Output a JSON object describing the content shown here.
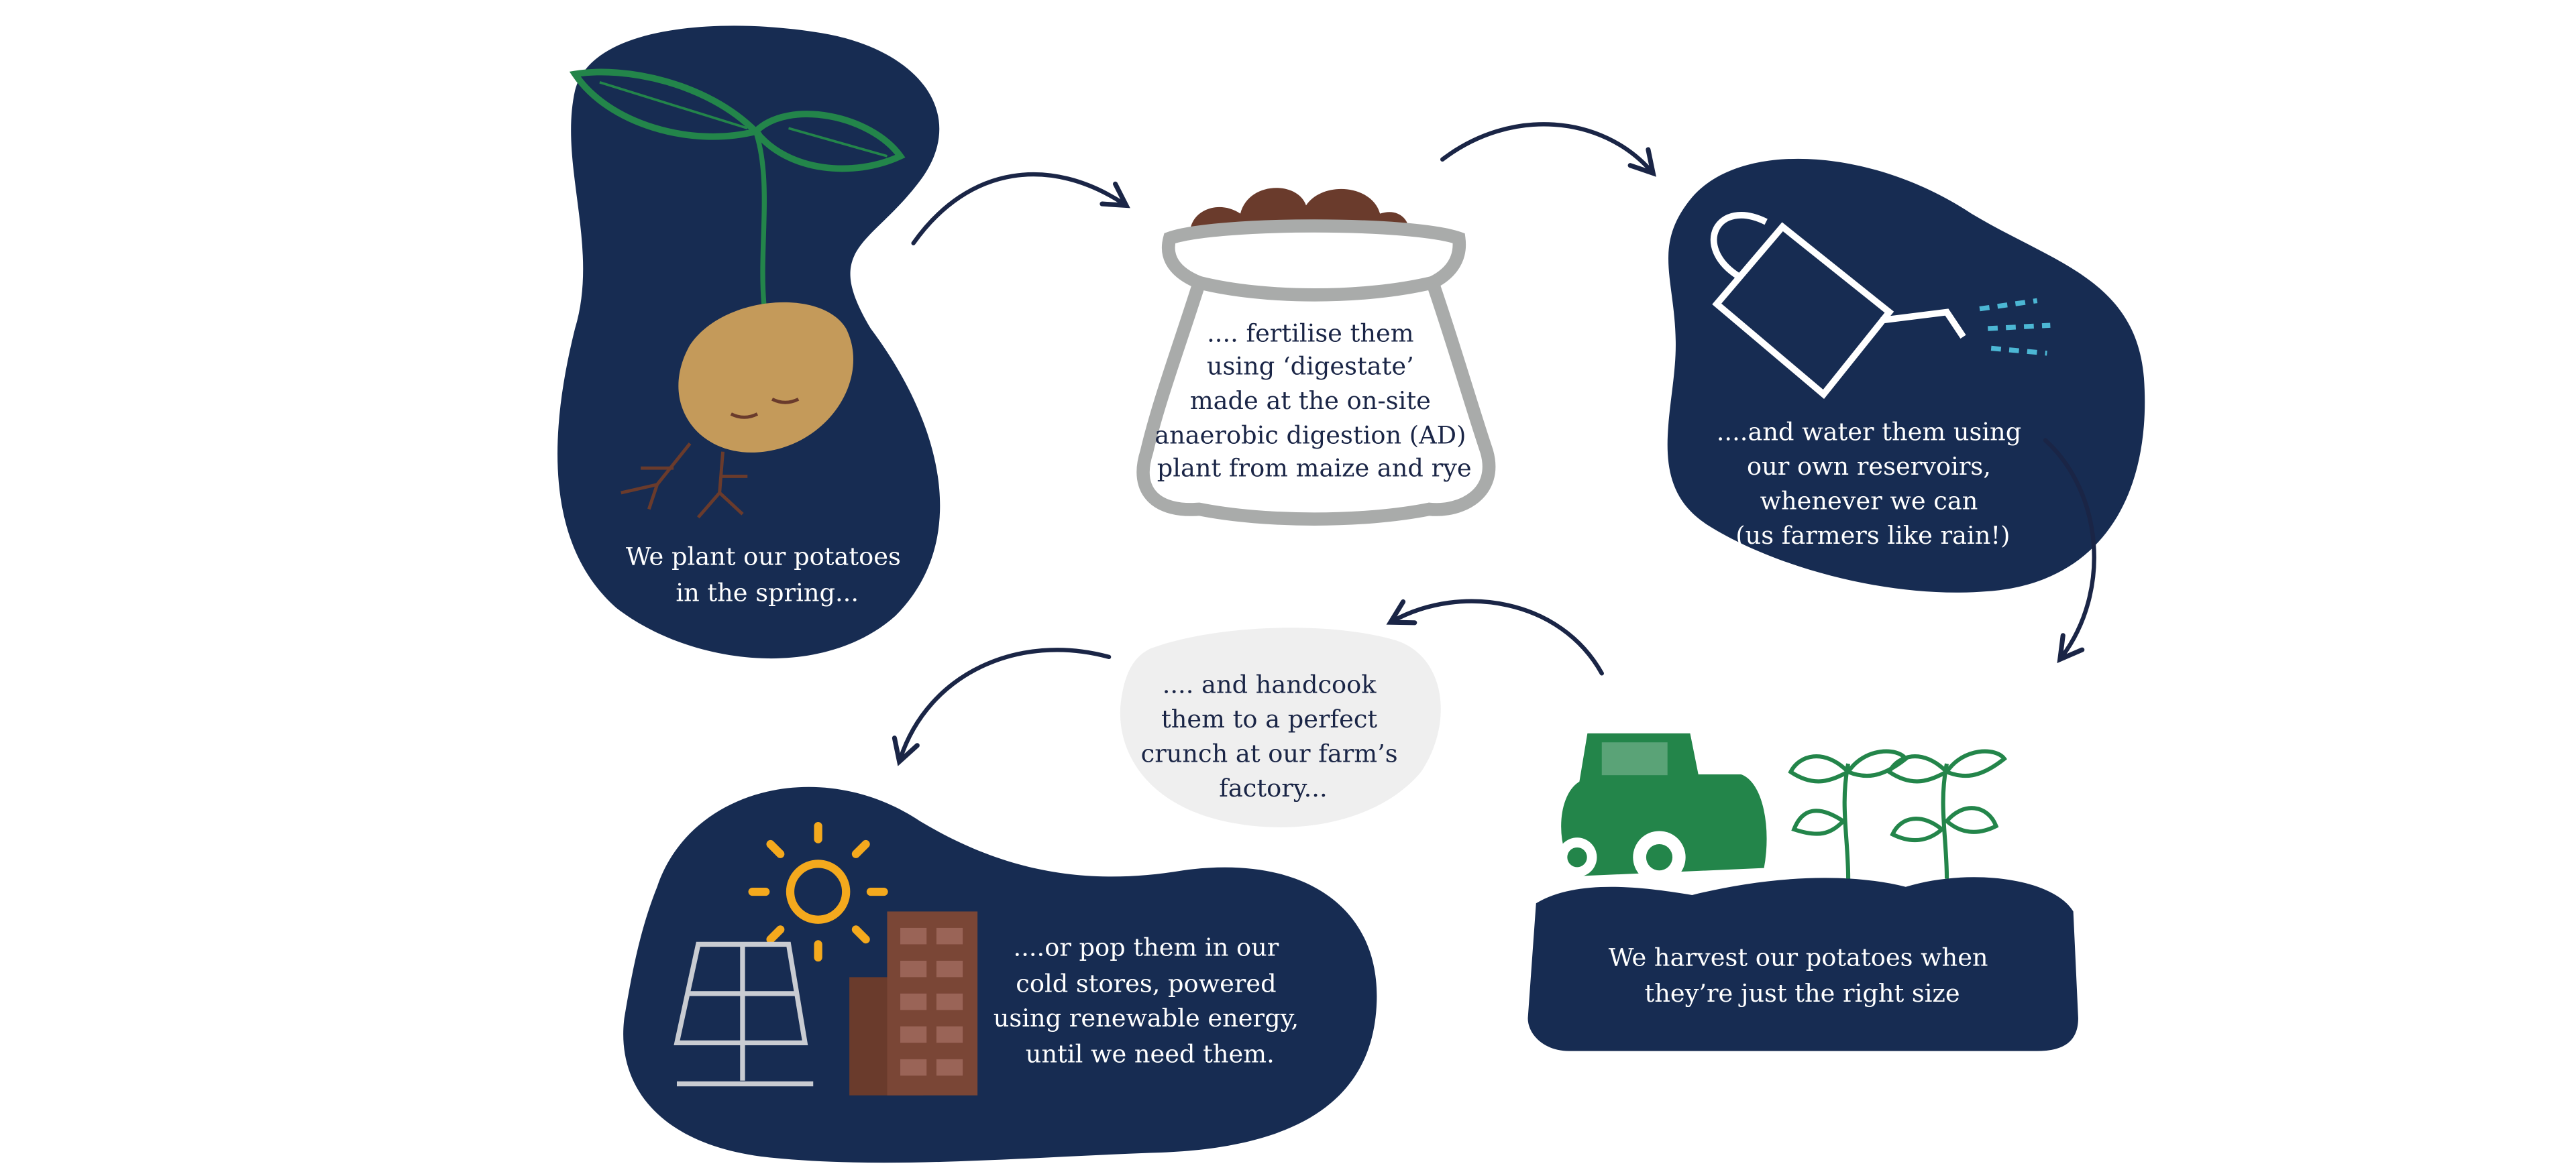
{
  "colors": {
    "navy": "#172c52",
    "green": "#23854a",
    "potato": "#c49a5a",
    "brown": "#6a3b2c",
    "sack_grey": "#a9abaa",
    "bubble_grey": "#efefef",
    "water_blue": "#4cb7d4",
    "sun_yellow": "#f4a91d"
  },
  "steps": [
    {
      "icon": "seedling-potato-icon",
      "lines": [
        "We plant our potatoes",
        "in the spring..."
      ]
    },
    {
      "icon": "fertiliser-sack-icon",
      "lines": [
        ".... fertilise them",
        "using ‘digestate’",
        "made at the on-site",
        "anaerobic digestion (AD)",
        "plant from maize and rye"
      ]
    },
    {
      "icon": "watering-can-icon",
      "lines": [
        "....and water them using",
        "our own reservoirs,",
        "whenever we can",
        "(us farmers like rain!)"
      ]
    },
    {
      "icon": "tractor-icon",
      "lines": [
        "We harvest our potatoes when",
        "they’re just the right size"
      ]
    },
    {
      "icon": "speech-bubble",
      "lines": [
        ".... and handcook",
        "them to a perfect",
        "crunch at our farm’s",
        "factory..."
      ]
    },
    {
      "icon": "solar-panel-icon",
      "lines": [
        "....or pop them in our",
        "cold stores, powered",
        "using renewable energy,",
        "until we need them."
      ]
    }
  ]
}
